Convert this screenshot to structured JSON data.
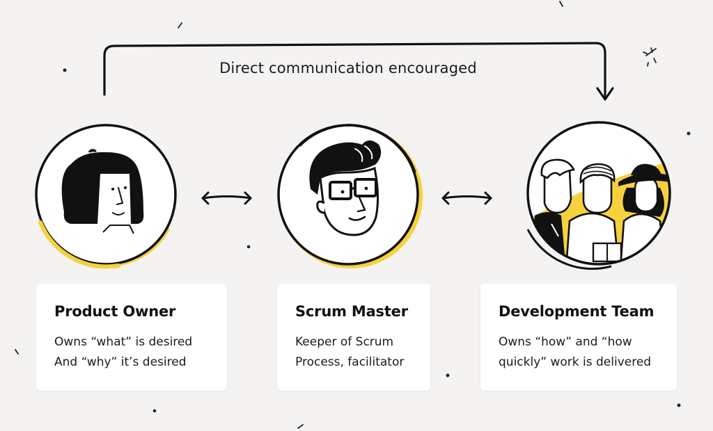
{
  "flow": {
    "caption": "Direct communication encouraged"
  },
  "colors": {
    "background": "#f4f3f1",
    "accent": "#f5d13d",
    "ink": "#111111",
    "card": "#ffffff"
  },
  "roles": [
    {
      "title": "Product Owner",
      "lines": [
        "Owns “what” is desired",
        "And “why” it’s desired"
      ]
    },
    {
      "title": "Scrum Master",
      "lines": [
        "Keeper of Scrum",
        "Process, facilitator"
      ]
    },
    {
      "title": "Development Team",
      "lines": [
        "Owns “how” and “how",
        "quickly” work is delivered"
      ]
    }
  ]
}
